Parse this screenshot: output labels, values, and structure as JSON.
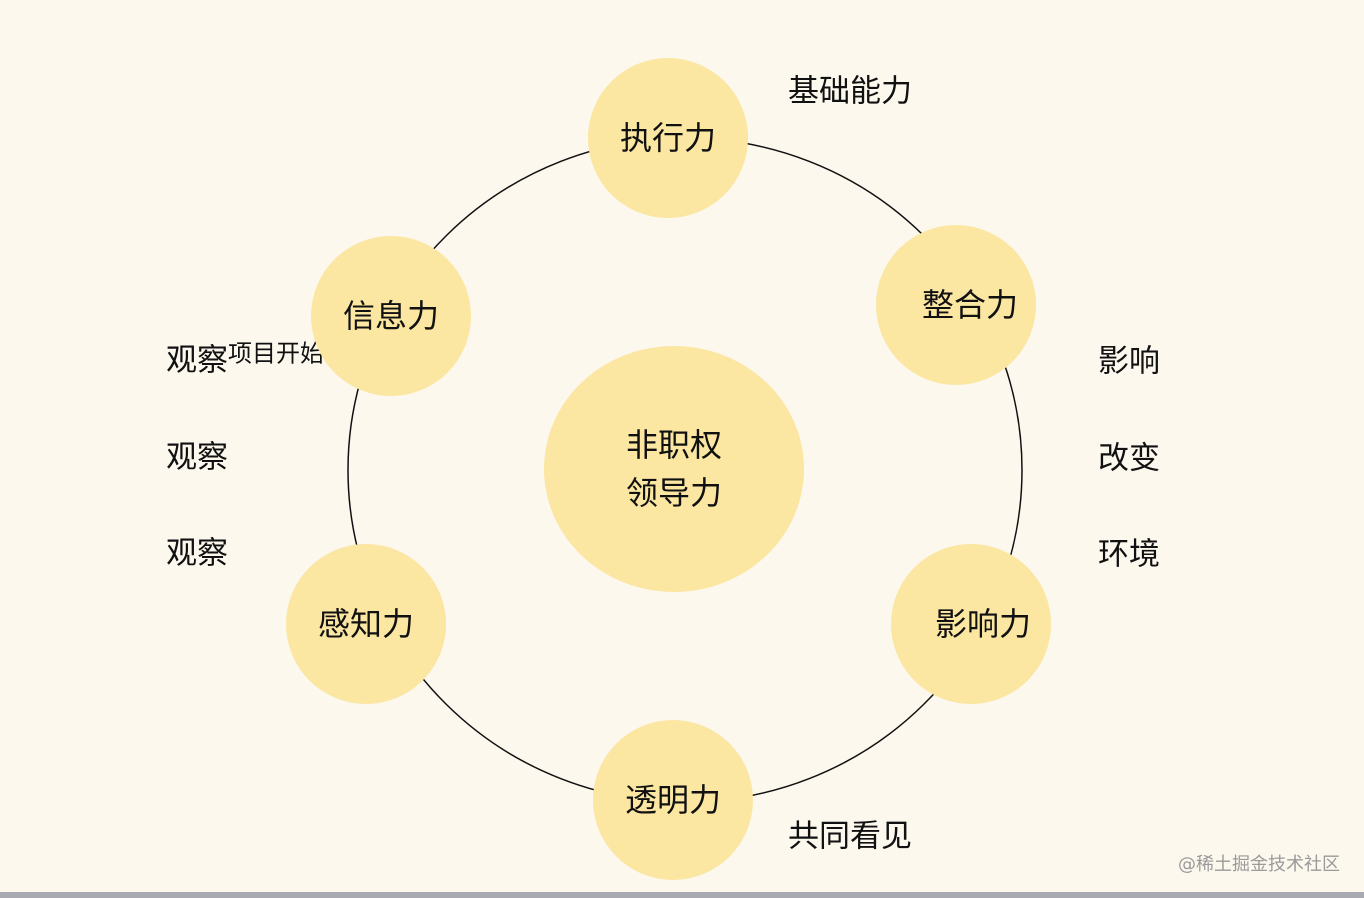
{
  "center": {
    "line1": "非职权",
    "line2": "领导力"
  },
  "nodes": [
    "执行力",
    "整合力",
    "影响力",
    "透明力",
    "感知力",
    "信息力"
  ],
  "labels": {
    "top": "基础能力",
    "right": [
      "影响",
      "改变",
      "环境"
    ],
    "left": [
      "观察",
      "观察",
      "观察"
    ],
    "left_hidden": "项目开始",
    "bottom": "共同看见"
  },
  "watermark": "@稀土掘金技术社区",
  "colors": {
    "node": "#fbe6a2",
    "background": "#fcf8ee"
  }
}
